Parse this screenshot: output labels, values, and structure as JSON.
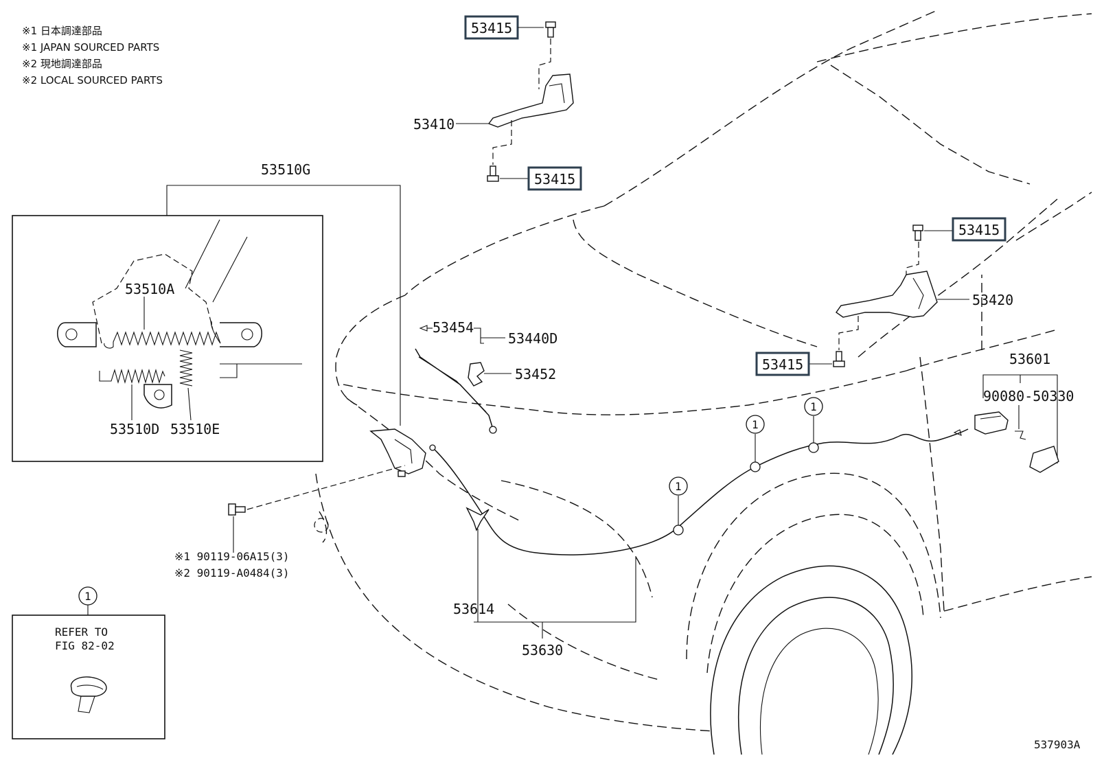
{
  "notes": [
    "※1 日本調達部品",
    "※1 JAPAN SOURCED PARTS",
    "※2 現地調達部品",
    "※2 LOCAL SOURCED PARTS"
  ],
  "callouts": {
    "bolt_top": "53415",
    "bolt_mid_left": "53415",
    "bolt_right_top": "53415",
    "bolt_right_bottom": "53415",
    "hinge_left": "53410",
    "hinge_right": "53420",
    "latch_assembly": "53510G",
    "spring_a": "53510A",
    "spring_d": "53510D",
    "spring_e": "53510E",
    "support_rod_clip": "53454",
    "support_rod": "53440D",
    "rod_holder": "53452",
    "release_lever": "53601",
    "lever_screw": "90080-50330",
    "cable_clip": "53614",
    "release_cable": "53630",
    "latch_bolt_1": "※1 90119-06A15(3)",
    "latch_bolt_2": "※2 90119-A0484(3)",
    "ref_circle": "1"
  },
  "refer_box": {
    "marker": "1",
    "line1": "REFER TO",
    "line2": "FIG 82-02"
  },
  "figure_code": "537903A"
}
